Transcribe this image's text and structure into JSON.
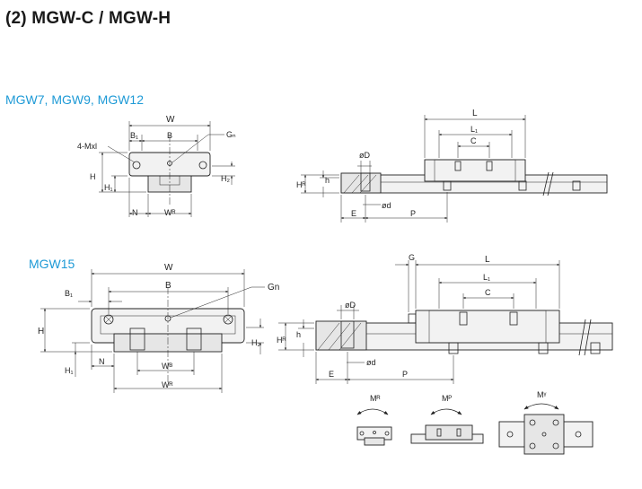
{
  "title": "(2) MGW-C / MGW-H",
  "sections": {
    "small": "MGW7, MGW9, MGW12",
    "large": "MGW15"
  },
  "labels": {
    "W": "W",
    "B": "B",
    "B1": "B₁",
    "Gn": "Gₙ",
    "Gn_text": "Gn",
    "thread": "4-Mxl",
    "H": "H",
    "H1": "H₁",
    "H2": "H₂",
    "HR": "Hᴿ",
    "h": "h",
    "N": "N",
    "WR": "Wᴿ",
    "WB": "Wᴮ",
    "L": "L",
    "L1": "L₁",
    "C": "C",
    "G": "G",
    "phiD": "øD",
    "phid": "ød",
    "E": "E",
    "P": "P",
    "MR": "Mᴿ",
    "MP": "Mᴾ",
    "MY": "Mᵞ"
  }
}
